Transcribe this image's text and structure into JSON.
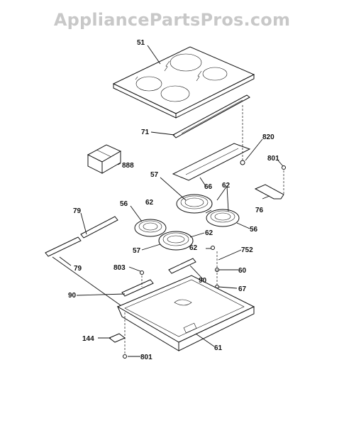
{
  "watermark": "AppliancePartsPros.com",
  "labels": {
    "l51": "51",
    "l71": "71",
    "l820": "820",
    "l888": "888",
    "l801a": "801",
    "l57a": "57",
    "l66": "66",
    "l62a": "62",
    "l79a": "79",
    "l56a": "56",
    "l62b": "62",
    "l76": "76",
    "l62c": "62",
    "l56b": "56",
    "l57b": "57",
    "l62d": "62",
    "l752": "752",
    "l79b": "79",
    "l803": "803",
    "l60": "60",
    "l90a": "90",
    "l90b": "90",
    "l67": "67",
    "l144": "144",
    "l61": "61",
    "l801b": "801"
  }
}
